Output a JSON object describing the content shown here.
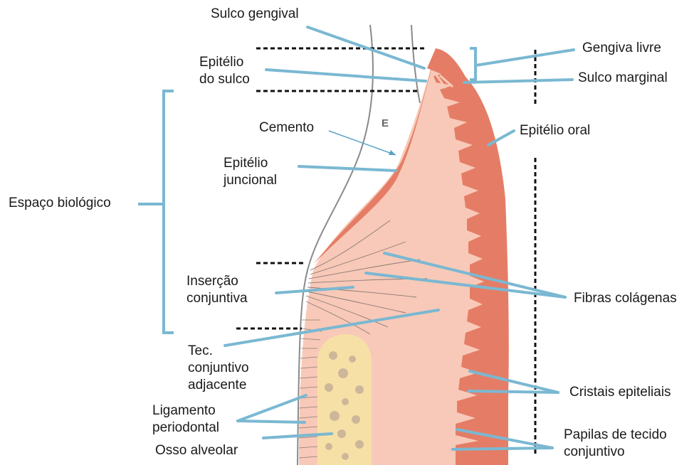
{
  "colors": {
    "leader_line": "#7ab8d2",
    "epithelium": "#e57d66",
    "connective_tissue": "#f8c9b8",
    "bone_fill": "#f7e0a6",
    "bone_trabeculae": "#cdb79a",
    "guide_lines": "#111111",
    "tooth_outline": "#8a8a8a"
  },
  "tooth_mark": "E",
  "labels": {
    "sulco_gengival": "Sulco gengival",
    "gengiva_livre": "Gengiva livre",
    "epitelio_do_sulco": [
      "Epitélio",
      "do sulco"
    ],
    "sulco_marginal": "Sulco marginal",
    "cemento": "Cemento",
    "epitelio_oral": "Epitélio oral",
    "epitelio_juncional": [
      "Epitélio",
      "juncional"
    ],
    "espaco_biologico": "Espaço biológico",
    "insercao_conjuntiva": [
      "Inserção",
      "conjuntiva"
    ],
    "fibras_colagenas": "Fibras colágenas",
    "tec_conjuntivo_adjacente": [
      "Tec.",
      "conjuntivo",
      "adjacente"
    ],
    "cristais_epiteliais": "Cristais epiteliais",
    "ligamento_periodontal": [
      "Ligamento",
      "periodontal"
    ],
    "osso_alveolar": "Osso alveolar",
    "papilas_de_tecido_conjuntivo": [
      "Papilas de tecido",
      "conjuntivo"
    ]
  }
}
